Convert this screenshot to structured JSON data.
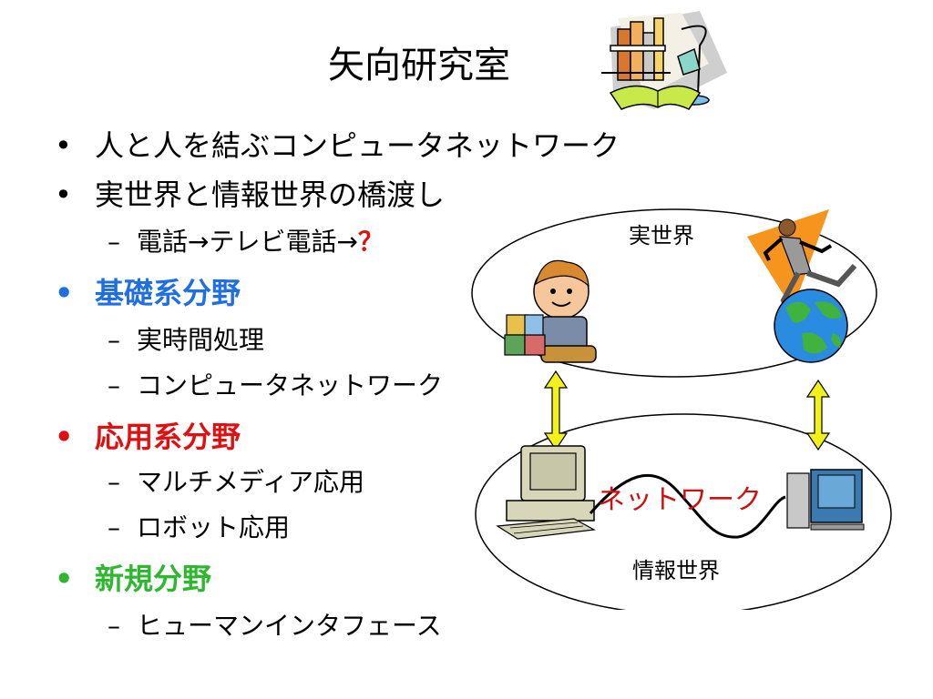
{
  "slide": {
    "title": "矢向研究室"
  },
  "bullets": [
    {
      "level": 1,
      "text": "人と人を結ぶコンピュータネットワーク"
    },
    {
      "level": 1,
      "text": "実世界と情報世界の橋渡し"
    },
    {
      "level": 2,
      "text": "電話→テレビ電話→",
      "suffix": "？"
    },
    {
      "level": 1,
      "text": "基礎系分野"
    },
    {
      "level": 2,
      "text": "実時間処理"
    },
    {
      "level": 2,
      "text": "コンピュータネットワーク"
    },
    {
      "level": 1,
      "text": "応用系分野"
    },
    {
      "level": 2,
      "text": "マルチメディア応用"
    },
    {
      "level": 2,
      "text": "ロボット応用"
    },
    {
      "level": 1,
      "text": "新規分野"
    },
    {
      "level": 2,
      "text": "ヒューマンインタフェース"
    }
  ],
  "symbols": {
    "bullet": "•",
    "dash": "–"
  },
  "diagram": {
    "real_world_label": "実世界",
    "info_world_label": "情報世界",
    "network_label": "ネットワーク"
  },
  "colors": {
    "basic": "#1f6fe0",
    "applied": "#e01010",
    "new": "#2fb82f",
    "question": "#e01010",
    "network_text": "#d01010",
    "arrow_fill": "#f2f21a",
    "triangle": "#f7941d"
  }
}
